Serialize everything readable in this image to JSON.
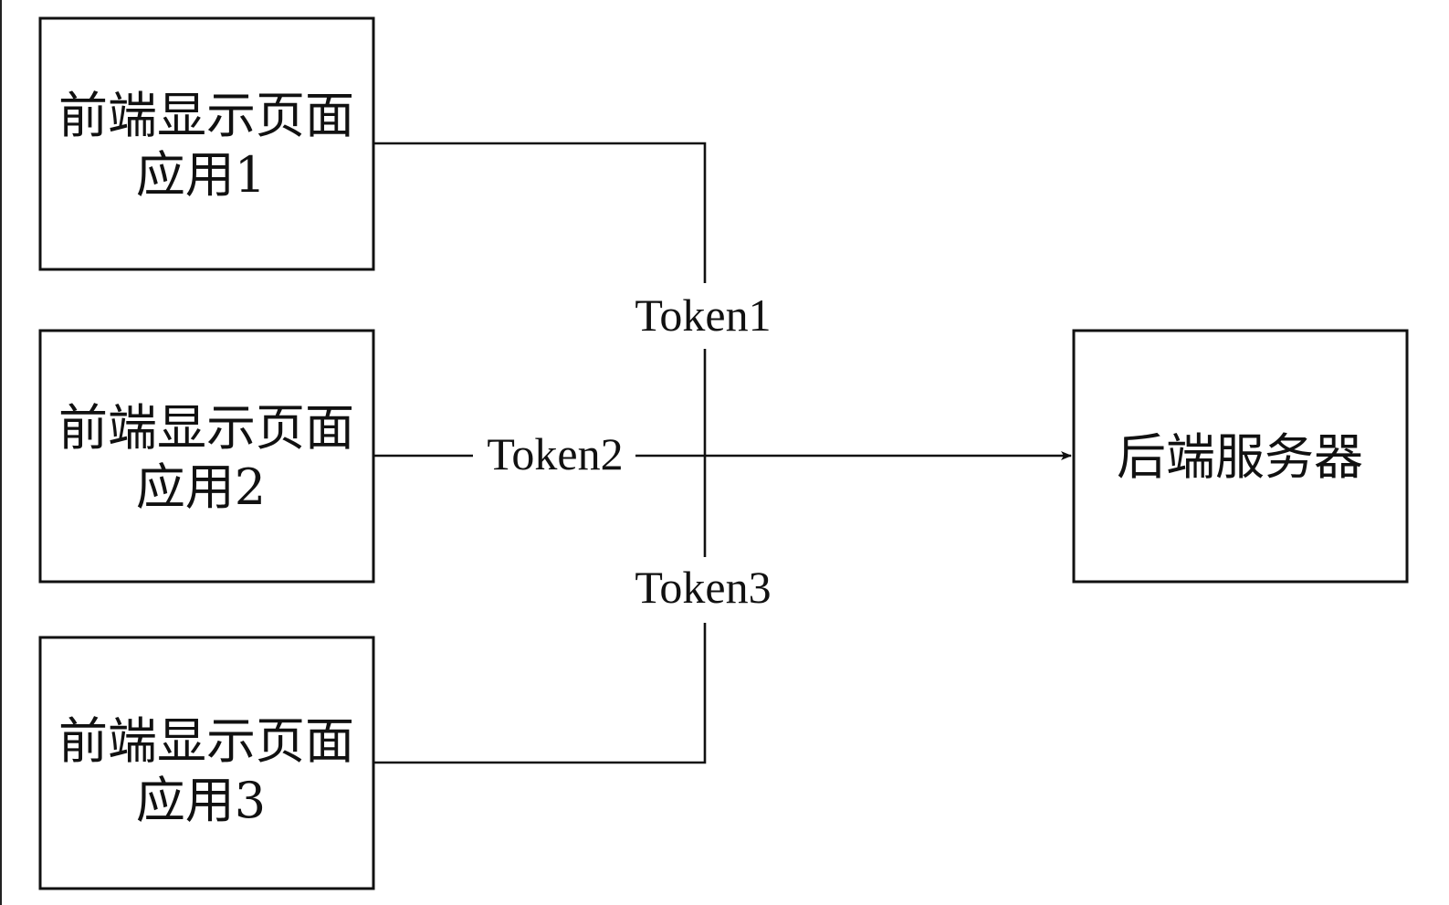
{
  "frontend_apps": [
    {
      "line1": "前端显示页面",
      "line2": "应用1"
    },
    {
      "line1": "前端显示页面",
      "line2": "应用2"
    },
    {
      "line1": "前端显示页面",
      "line2": "应用3"
    }
  ],
  "backend": {
    "label": "后端服务器"
  },
  "tokens": [
    "Token1",
    "Token2",
    "Token3"
  ]
}
